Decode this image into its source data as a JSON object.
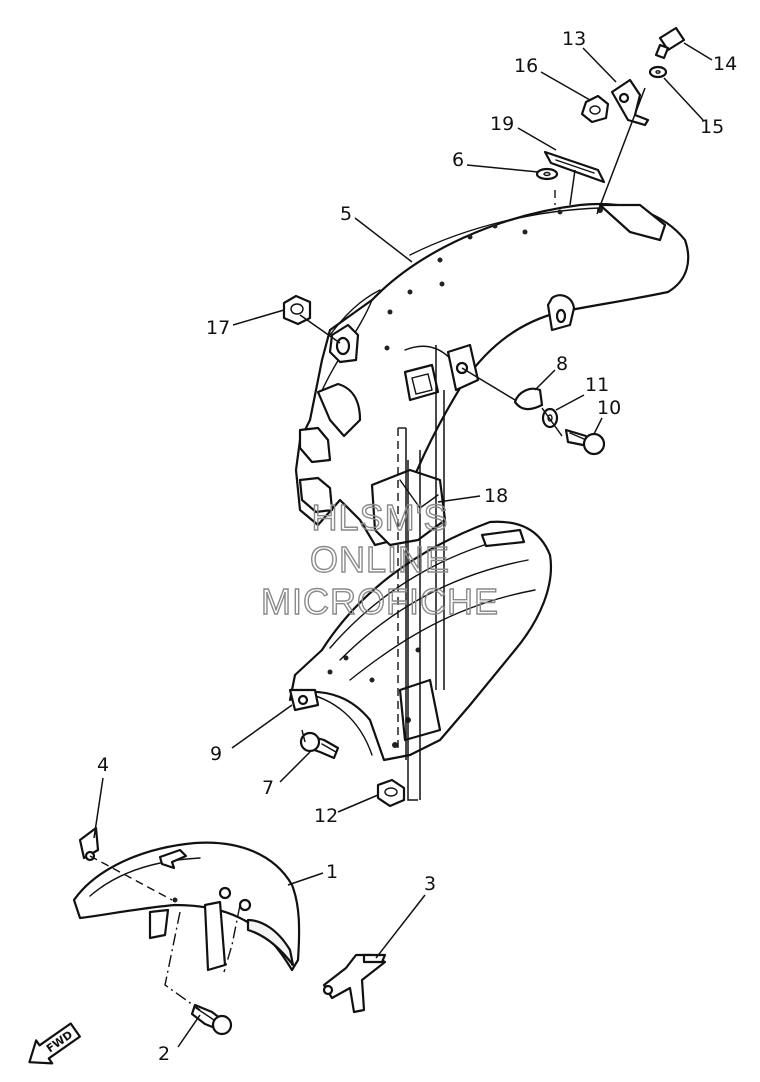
{
  "watermark": {
    "line1": "HLSM'S",
    "line2": "ONLINE",
    "line3": "MICROFICHE"
  },
  "direction_marker": "FWD",
  "callouts": {
    "c1": "1",
    "c2": "2",
    "c3": "3",
    "c4": "4",
    "c5": "5",
    "c6": "6",
    "c7": "7",
    "c8": "8",
    "c9": "9",
    "c10": "10",
    "c11": "11",
    "c12": "12",
    "c13": "13",
    "c14": "14",
    "c15": "15",
    "c16": "16",
    "c17": "17",
    "c18": "18",
    "c19": "19"
  }
}
